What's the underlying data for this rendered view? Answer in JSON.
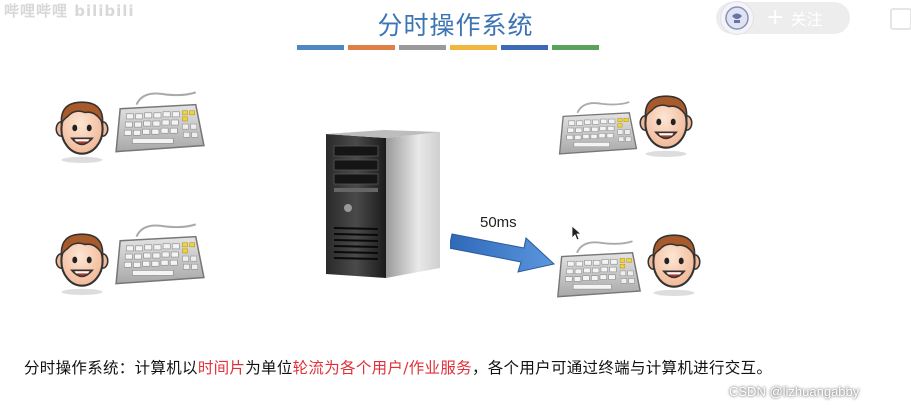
{
  "watermark": "哔哩哔哩 bilibili",
  "follow": {
    "label": "关注",
    "plus": "+"
  },
  "slide": {
    "title": "分时操作系统",
    "accent_colors": [
      "#4f86c6",
      "#e07f45",
      "#9a9a9a",
      "#f2b63d",
      "#3d6ab5",
      "#5ba35a"
    ]
  },
  "arrow_label": "50ms",
  "caption": {
    "p1": "分时操作系统：计算机以",
    "h1": "时间片",
    "p2": "为单位",
    "h2": "轮流为各个用户/作业服务",
    "p3": "，各个用户可通过终端与计算机进行交互。"
  },
  "credit": "CSDN @lizhuangabby"
}
